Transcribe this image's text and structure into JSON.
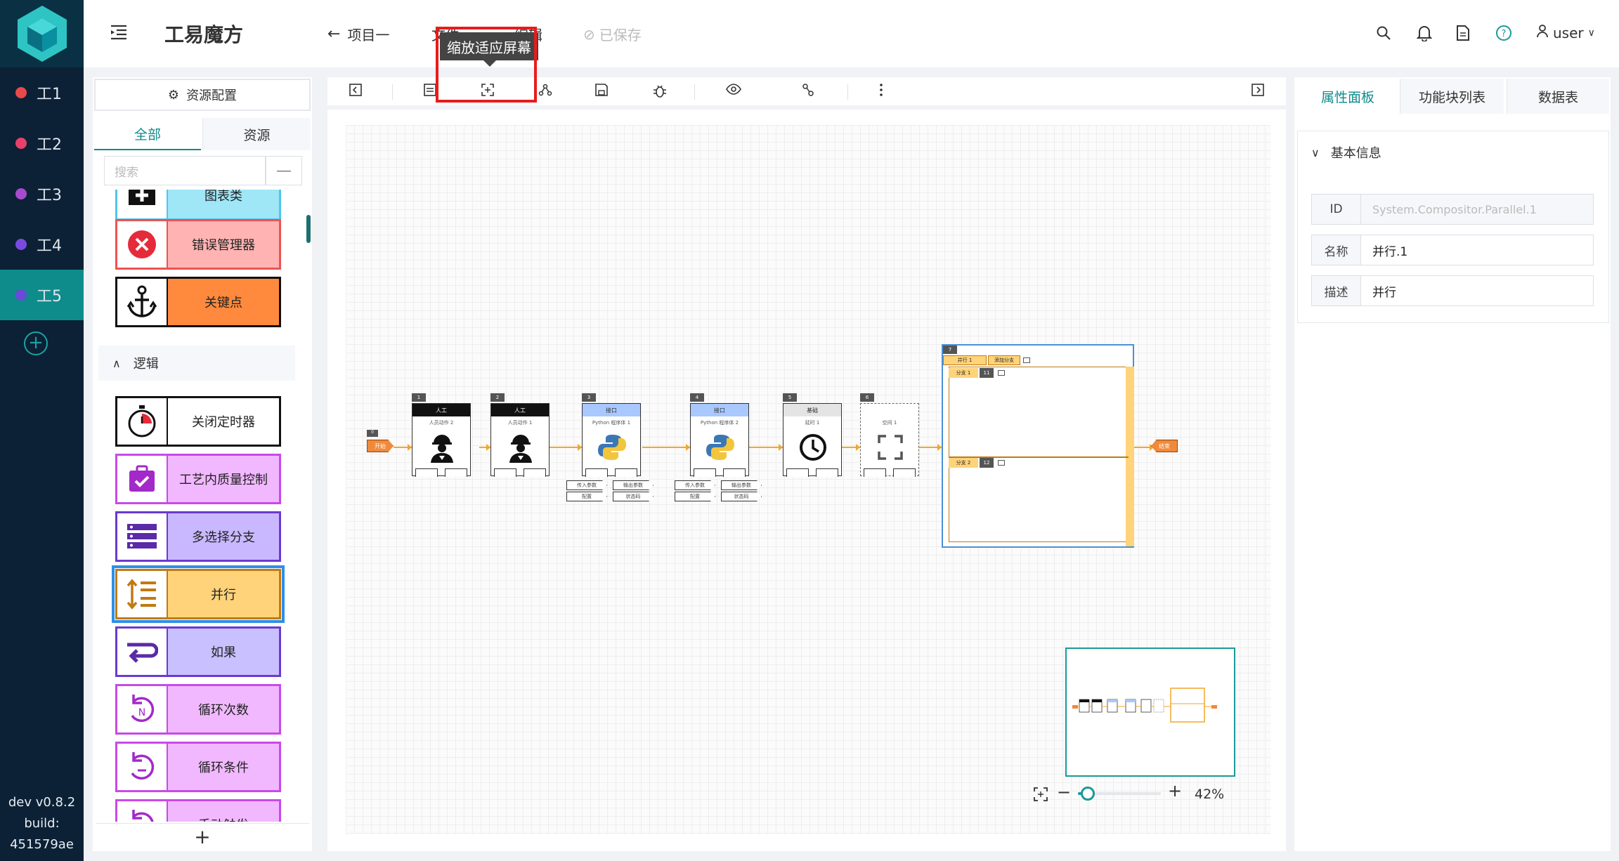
{
  "nav": {
    "items": [
      {
        "label": "工1",
        "dot_color": "#e84a4a"
      },
      {
        "label": "工2",
        "dot_color": "#e8406a"
      },
      {
        "label": "工3",
        "dot_color": "#a84ad0"
      },
      {
        "label": "工4",
        "dot_color": "#7a4ae0"
      },
      {
        "label": "工5",
        "dot_color": "#6a4ad8",
        "active": true
      }
    ],
    "add_label": "+",
    "version_lines": [
      "dev v0.8.2",
      "build:",
      "451579ae"
    ]
  },
  "header": {
    "app_title": "工易魔方",
    "back_label": "项目一",
    "menu_1": "文件",
    "menu_2": "编辑",
    "saved_label": "已保存",
    "user_label": "user"
  },
  "tooltip": {
    "text": "缩放适应屏幕"
  },
  "left_panel": {
    "resource_config_label": "资源配置",
    "tab_all": "全部",
    "tab_resource": "资源",
    "search_placeholder": "搜索",
    "search_btn_label": "—",
    "section_logic": "逻辑",
    "add_label": "+",
    "blocks_top": [
      {
        "label": "图表类",
        "color": "#9fe6f7"
      },
      {
        "label": "错误管理器",
        "color": "#ffb3b3"
      },
      {
        "label": "关键点",
        "color": "#ff8a3d"
      }
    ],
    "blocks_logic": [
      {
        "label": "关闭定时器",
        "color": "#ffffff"
      },
      {
        "label": "工艺内质量控制",
        "color": "#f2b8ff"
      },
      {
        "label": "多选择分支",
        "color": "#c9b8ff"
      },
      {
        "label": "并行",
        "color": "#ffd37a",
        "selected": true
      },
      {
        "label": "如果",
        "color": "#c9c0ff"
      },
      {
        "label": "循环次数",
        "color": "#f2b8ff"
      },
      {
        "label": "循环条件",
        "color": "#f2b8ff"
      },
      {
        "label": "手动触发",
        "color": "#f2b8ff"
      }
    ]
  },
  "flow": {
    "start_label": "开始",
    "end_label": "结束",
    "nodes": [
      {
        "num": "1",
        "head": "人工",
        "sub": "人员动作 2"
      },
      {
        "num": "2",
        "head": "人工",
        "sub": "人员动作 1"
      },
      {
        "num": "3",
        "head": "接口",
        "sub": "Python 程序体 1"
      },
      {
        "num": "4",
        "head": "接口",
        "sub": "Python 程序体 2"
      },
      {
        "num": "5",
        "head": "基础",
        "sub": "延时 1"
      },
      {
        "num": "6",
        "head": "",
        "sub": "空间 1"
      }
    ],
    "node_ports": [
      "传入参数",
      "输出参数",
      "配置",
      "状态码"
    ],
    "parallel": {
      "num": "7",
      "title": "并行 1",
      "add_branch": "添加分支",
      "branch_1": "分支 1",
      "branch_1_num": "11",
      "branch_2": "分支 2",
      "branch_2_num": "12"
    }
  },
  "zoom": {
    "value_label": "42%",
    "level": 0.42
  },
  "right_panel": {
    "tabs": [
      "属性面板",
      "功能块列表",
      "数据表"
    ],
    "section_title": "基本信息",
    "rows": [
      {
        "key": "ID",
        "value": "System.Compositor.Parallel.1"
      },
      {
        "key": "名称",
        "value": "并行.1"
      },
      {
        "key": "描述",
        "value": "并行"
      }
    ]
  },
  "colors": {
    "accent": "#0e8c8c",
    "flow_orange": "#f4a62a",
    "highlight_red": "#e81c1c"
  }
}
